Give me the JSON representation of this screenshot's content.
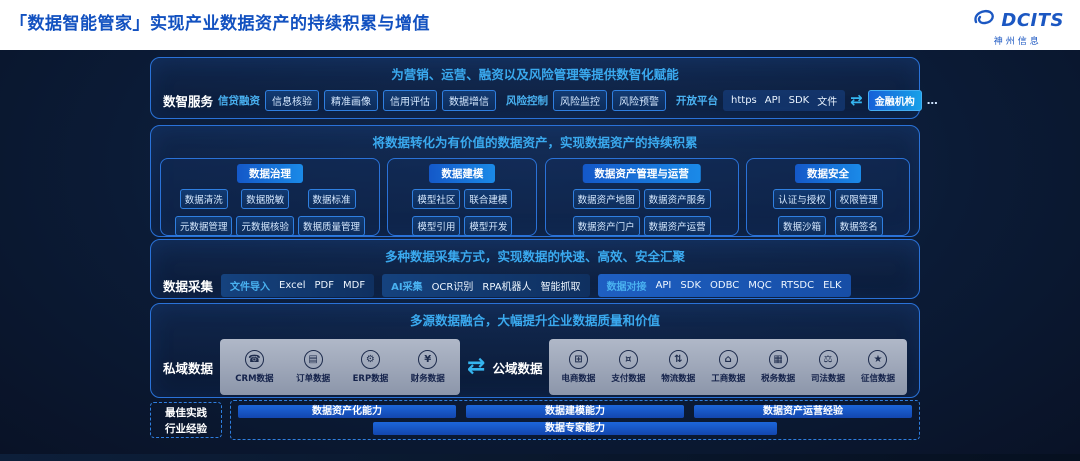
{
  "page": {
    "title": "「数据智能管家」实现产业数据资产的持续积累与增值",
    "logo_brand": "DCITS",
    "logo_company": "神州信息"
  },
  "colors": {
    "accent_border": "#2a72d8",
    "cyan_heading": "#3aa9ee",
    "title_blue": "#1251c0",
    "chip_bg": "#0d2c5a",
    "highlight_blue": "#18a0e8",
    "gray_box": "#9aa4b6",
    "dark_bg": "#0b1b36"
  },
  "services": {
    "header": "为营销、运营、融资以及风险管理等提供数智化赋能",
    "label": "数智服务",
    "credit_group": {
      "label": "信贷融资",
      "items": [
        "信息核验",
        "精准画像",
        "信用评估",
        "数据增信"
      ]
    },
    "risk_group": {
      "label": "风险控制",
      "items": [
        "风险监控",
        "风险预警"
      ]
    },
    "platform_group": {
      "label": "开放平台",
      "items": [
        "https",
        "API",
        "SDK",
        "文件"
      ],
      "arrow": "⇄",
      "partner": "金融机构",
      "more": "…"
    }
  },
  "assets": {
    "header": "将数据转化为有价值的数据资产，实现数据资产的持续积累",
    "governance": {
      "title": "数据治理",
      "items": [
        "数据清洗",
        "数据脱敏",
        "数据标准",
        "元数据管理",
        "元数据核验",
        "数据质量管理"
      ]
    },
    "modeling": {
      "title": "数据建模",
      "items": [
        "模型社区",
        "联合建模",
        "模型引用",
        "模型开发"
      ]
    },
    "management": {
      "title": "数据资产管理与运营",
      "items": [
        "数据资产地图",
        "数据资产服务",
        "数据资产门户",
        "数据资产运营"
      ]
    },
    "security": {
      "title": "数据安全",
      "items": [
        "认证与授权",
        "权限管理",
        "数据沙箱",
        "数据签名"
      ]
    }
  },
  "collection": {
    "header": "多种数据采集方式，实现数据的快速、高效、安全汇聚",
    "label": "数据采集",
    "file_group": {
      "label": "文件导入",
      "items": [
        "Excel",
        "PDF",
        "MDF"
      ]
    },
    "ai_group": {
      "label": "AI采集",
      "items": [
        "OCR识别",
        "RPA机器人",
        "智能抓取"
      ]
    },
    "api_group": {
      "label": "数据对接",
      "items": [
        "API",
        "SDK",
        "ODBC",
        "MQC",
        "RTSDC",
        "ELK"
      ]
    }
  },
  "fusion": {
    "header": "多源数据融合，大幅提升企业数据质量和价值",
    "arrow": "⇄",
    "private": {
      "label": "私域数据",
      "items": [
        {
          "name": "CRM数据",
          "icon": "crm-icon",
          "glyph": "☎"
        },
        {
          "name": "订单数据",
          "icon": "order-icon",
          "glyph": "▤"
        },
        {
          "name": "ERP数据",
          "icon": "erp-icon",
          "glyph": "⚙"
        },
        {
          "name": "财务数据",
          "icon": "finance-icon",
          "glyph": "¥"
        }
      ]
    },
    "public": {
      "label": "公域数据",
      "items": [
        {
          "name": "电商数据",
          "icon": "ecommerce-icon",
          "glyph": "⊞"
        },
        {
          "name": "支付数据",
          "icon": "payment-icon",
          "glyph": "¤"
        },
        {
          "name": "物流数据",
          "icon": "logistics-icon",
          "glyph": "⇅"
        },
        {
          "name": "工商数据",
          "icon": "business-icon",
          "glyph": "⌂"
        },
        {
          "name": "税务数据",
          "icon": "tax-icon",
          "glyph": "▦"
        },
        {
          "name": "司法数据",
          "icon": "judicial-icon",
          "glyph": "⚖"
        },
        {
          "name": "征信数据",
          "icon": "credit-icon",
          "glyph": "★"
        }
      ]
    }
  },
  "practice": {
    "label_line1": "最佳实践",
    "label_line2": "行业经验",
    "row1": [
      "数据资产化能力",
      "数据建模能力",
      "数据资产运营经验"
    ],
    "row2": [
      "数据专家能力"
    ]
  }
}
